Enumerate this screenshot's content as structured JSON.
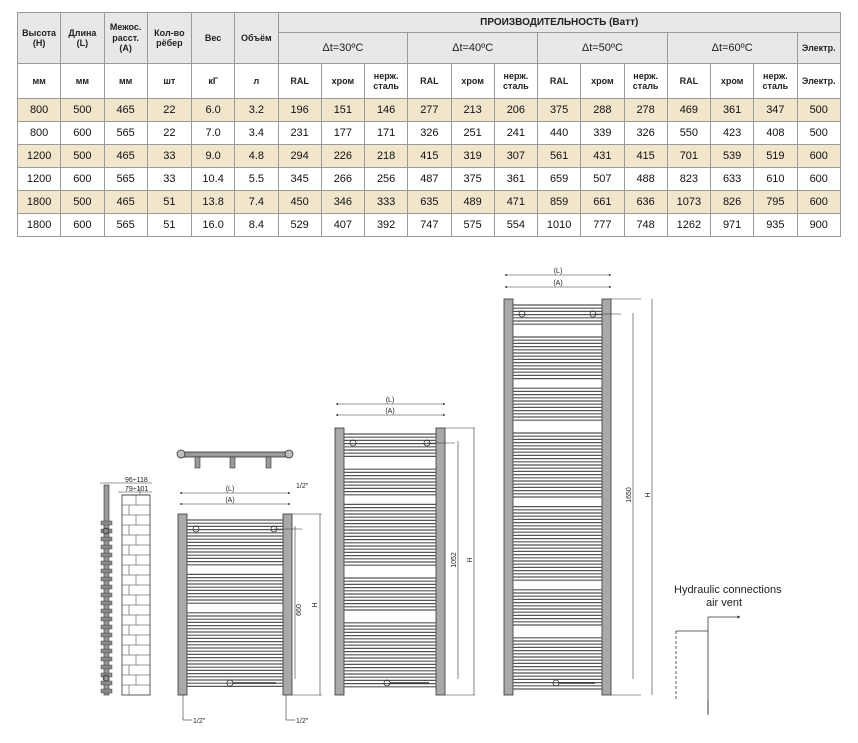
{
  "table": {
    "header": {
      "height": "Высота\n(H)",
      "length": "Длина\n(L)",
      "spacing": "Межос.\nрасст.\n(A)",
      "ribs": "Кол-во\nрёбер",
      "weight": "Вес",
      "volume": "Объём",
      "performance": "ПРОИЗВОДИТЕЛЬНОСТЬ (Ватт)",
      "dt30": "Δt=30ºC",
      "dt40": "Δt=40ºC",
      "dt50": "Δt=50ºC",
      "dt60": "Δt=60ºC",
      "electr": "Электр."
    },
    "units": [
      "мм",
      "мм",
      "мм",
      "шт",
      "кГ",
      "л",
      "RAL",
      "хром",
      "нерж.\nсталь",
      "RAL",
      "хром",
      "нерж.\nсталь",
      "RAL",
      "хром",
      "нерж.\nсталь",
      "RAL",
      "хром",
      "нерж.\nсталь",
      "Электр."
    ],
    "rows": [
      [
        "800",
        "500",
        "465",
        "22",
        "6.0",
        "3.2",
        "196",
        "151",
        "146",
        "277",
        "213",
        "206",
        "375",
        "288",
        "278",
        "469",
        "361",
        "347",
        "500"
      ],
      [
        "800",
        "600",
        "565",
        "22",
        "7.0",
        "3.4",
        "231",
        "177",
        "171",
        "326",
        "251",
        "241",
        "440",
        "339",
        "326",
        "550",
        "423",
        "408",
        "500"
      ],
      [
        "1200",
        "500",
        "465",
        "33",
        "9.0",
        "4.8",
        "294",
        "226",
        "218",
        "415",
        "319",
        "307",
        "561",
        "431",
        "415",
        "701",
        "539",
        "519",
        "600"
      ],
      [
        "1200",
        "600",
        "565",
        "33",
        "10.4",
        "5.5",
        "345",
        "266",
        "256",
        "487",
        "375",
        "361",
        "659",
        "507",
        "488",
        "823",
        "633",
        "610",
        "600"
      ],
      [
        "1800",
        "500",
        "465",
        "51",
        "13.8",
        "7.4",
        "450",
        "346",
        "333",
        "635",
        "489",
        "471",
        "859",
        "661",
        "636",
        "1073",
        "826",
        "795",
        "600"
      ],
      [
        "1800",
        "600",
        "565",
        "51",
        "16.0",
        "8.4",
        "529",
        "407",
        "392",
        "747",
        "575",
        "554",
        "1010",
        "777",
        "748",
        "1262",
        "971",
        "935",
        "900"
      ]
    ]
  },
  "drawings": {
    "side_dim_outer": "96÷118",
    "side_dim_inner": "79÷101",
    "label_L": "(L)",
    "label_A": "(A)",
    "label_H": "H",
    "pipe_label": "1/2\"",
    "small_height": "660",
    "mid_height": "1052",
    "large_height": "1650",
    "hydraulic_title": "Hydraulic connections",
    "air_vent": "air vent"
  }
}
